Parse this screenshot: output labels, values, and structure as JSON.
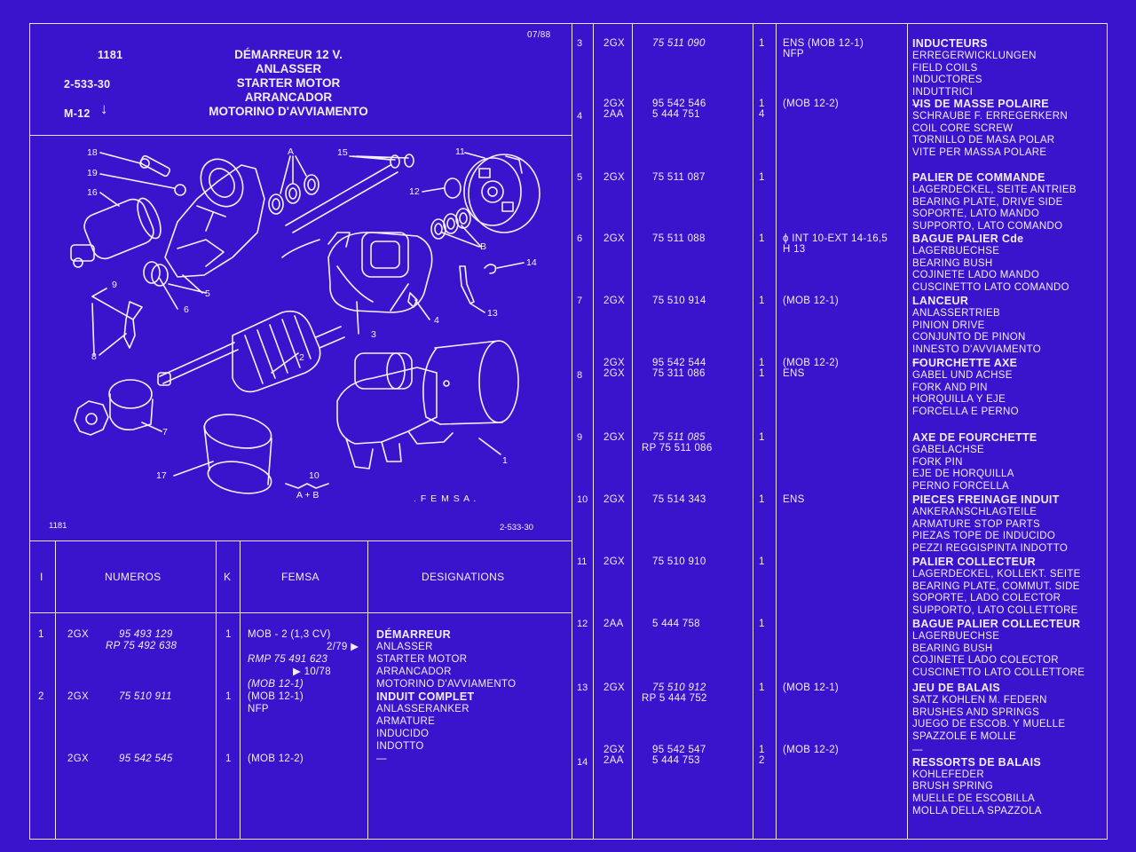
{
  "header": {
    "date": "07/88",
    "ref": "1181",
    "code": "2-533-30",
    "model": "M-12",
    "arrow": "↓",
    "title_lines": [
      "DÉMARREUR 12 V.",
      "ANLASSER",
      "STARTER MOTOR",
      "ARRANCADOR",
      "MOTORINO D'AVVIAMENTO"
    ]
  },
  "diagram": {
    "ref_left": "1181",
    "ref_right": "2-533-30",
    "brand": ". F E M S A .",
    "callouts": [
      "18",
      "19",
      "16",
      "A",
      "15",
      "11",
      "12",
      "B",
      "5",
      "6",
      "9",
      "8",
      "3",
      "4",
      "13",
      "14",
      "2",
      "7",
      "17",
      "10",
      "A + B",
      "1"
    ]
  },
  "table_header": {
    "col_i": "I",
    "col_numeros": "NUMEROS",
    "col_k": "K",
    "col_femsa": "FEMSA",
    "col_designations": "DESIGNATIONS"
  },
  "left_rows": [
    {
      "pos": "1",
      "grp": "2GX",
      "num_lines": [
        "95 493 129",
        "RP 75 492 638"
      ],
      "k": "1",
      "femsa_lines": [
        "MOB - 2 (1,3 CV)",
        "2/79 ▶",
        "RMP 75 491 623",
        "▶ 10/78",
        "(MOB 12-1)"
      ],
      "des_lines": [
        "DÉMARREUR",
        "ANLASSER",
        "STARTER MOTOR",
        "ARRANCADOR",
        "MOTORINO D'AVVIAMENTO"
      ]
    },
    {
      "pos": "2",
      "grp": "2GX",
      "num_lines": [
        "75 510 911"
      ],
      "k": "1",
      "femsa_lines": [
        "(MOB 12-1)",
        "NFP"
      ],
      "des_lines": [
        "INDUIT COMPLET",
        "ANLASSERANKER",
        "ARMATURE",
        "INDUCIDO",
        "INDOTTO"
      ]
    },
    {
      "pos": "",
      "grp": "2GX",
      "num_lines": [
        "95 542 545"
      ],
      "k": "1",
      "femsa_lines": [
        "(MOB 12-2)"
      ],
      "des_lines": [
        "—"
      ]
    }
  ],
  "right_rows": [
    {
      "pos": "3",
      "grp": [
        "2GX"
      ],
      "num": [
        "75 511 090"
      ],
      "k": [
        "1"
      ],
      "femsa": [
        "ENS (MOB 12-1)",
        "NFP"
      ],
      "des": [
        "INDUCTEURS",
        "ERREGERWICKLUNGEN",
        "FIELD COILS",
        "INDUCTORES",
        "INDUTTRICI",
        "—"
      ]
    },
    {
      "pos": "4",
      "grp": [
        "2GX",
        "2AA"
      ],
      "num": [
        "95 542 546",
        "5 444 751"
      ],
      "k": [
        "1",
        "4"
      ],
      "femsa": [
        "(MOB 12-2)"
      ],
      "des": [
        "VIS DE MASSE POLAIRE",
        "SCHRAUBE F. ERREGERKERN",
        "COIL CORE SCREW",
        "TORNILLO DE MASA POLAR",
        "VITE PER MASSA POLARE"
      ]
    },
    {
      "pos": "5",
      "grp": [
        "2GX"
      ],
      "num": [
        "75 511 087"
      ],
      "k": [
        "1"
      ],
      "femsa": [],
      "des": [
        "PALIER DE COMMANDE",
        "LAGERDECKEL, SEITE ANTRIEB",
        "BEARING PLATE, DRIVE SIDE",
        "SOPORTE, LATO MANDO",
        "SUPPORTO, LATO COMANDO"
      ]
    },
    {
      "pos": "6",
      "grp": [
        "2GX"
      ],
      "num": [
        "75 511 088"
      ],
      "k": [
        "1"
      ],
      "femsa": [
        "ϕ INT 10-EXT 14-16,5",
        "H 13"
      ],
      "des": [
        "BAGUE PALIER Cde",
        "LAGERBUECHSE",
        "BEARING BUSH",
        "COJINETE LADO MANDO",
        "CUSCINETTO LATO COMANDO"
      ]
    },
    {
      "pos": "7",
      "grp": [
        "2GX"
      ],
      "num": [
        "75 510 914"
      ],
      "k": [
        "1"
      ],
      "femsa": [
        "(MOB 12-1)"
      ],
      "des": [
        "LANCEUR",
        "ANLASSERTRIEB",
        "PINION DRIVE",
        "CONJUNTO DE PINON",
        "INNESTO D'AVVIAMENTO",
        "—"
      ]
    },
    {
      "pos": "8",
      "grp": [
        "2GX",
        "2GX"
      ],
      "num": [
        "95 542 544",
        "75 311 086"
      ],
      "k": [
        "1",
        "1"
      ],
      "femsa": [
        "(MOB 12-2)",
        "ENS"
      ],
      "des": [
        "FOURCHETTE AXE",
        "GABEL UND ACHSE",
        "FORK AND PIN",
        "HORQUILLA Y EJE",
        "FORCELLA E PERNO"
      ]
    },
    {
      "pos": "9",
      "grp": [
        "2GX"
      ],
      "num": [
        "75 511 085",
        "RP 75 511 086"
      ],
      "k": [
        "1"
      ],
      "femsa": [],
      "des": [
        "AXE DE FOURCHETTE",
        "GABELACHSE",
        "FORK PIN",
        "EJE DE HORQUILLA",
        "PERNO FORCELLA"
      ]
    },
    {
      "pos": "10",
      "grp": [
        "2GX"
      ],
      "num": [
        "75 514 343"
      ],
      "k": [
        "1"
      ],
      "femsa": [
        "ENS"
      ],
      "des": [
        "PIECES FREINAGE INDUIT",
        "ANKERANSCHLAGTEILE",
        "ARMATURE STOP PARTS",
        "PIEZAS TOPE DE INDUCIDO",
        "PEZZI REGGISPINTA INDOTTO"
      ]
    },
    {
      "pos": "11",
      "grp": [
        "2GX"
      ],
      "num": [
        "75 510 910"
      ],
      "k": [
        "1"
      ],
      "femsa": [],
      "des": [
        "PALIER COLLECTEUR",
        "LAGERDECKEL, KOLLEKT. SEITE",
        "BEARING PLATE, COMMUT. SIDE",
        "SOPORTE, LADO COLECTOR",
        "SUPPORTO, LATO COLLETTORE"
      ]
    },
    {
      "pos": "12",
      "grp": [
        "2AA"
      ],
      "num": [
        "5 444 758"
      ],
      "k": [
        "1"
      ],
      "femsa": [],
      "des": [
        "BAGUE PALIER COLLECTEUR",
        "LAGERBUECHSE",
        "BEARING BUSH",
        "COJINETE LADO COLECTOR",
        "CUSCINETTO LATO COLLETTORE"
      ]
    },
    {
      "pos": "13",
      "grp": [
        "2GX"
      ],
      "num": [
        "75 510 912",
        "RP 5 444 752"
      ],
      "k": [
        "1"
      ],
      "femsa": [
        "(MOB 12-1)"
      ],
      "des": [
        "JEU DE BALAIS",
        "SATZ KOHLEN M. FEDERN",
        "BRUSHES AND SPRINGS",
        "JUEGO DE ESCOB. Y MUELLE",
        "SPAZZOLE E MOLLE"
      ]
    },
    {
      "pos": "14",
      "grp": [
        "2GX",
        "2AA"
      ],
      "num": [
        "95 542 547",
        "5 444 753"
      ],
      "k": [
        "1",
        "2"
      ],
      "femsa": [
        "(MOB 12-2)"
      ],
      "des": [
        "—",
        "RESSORTS DE BALAIS",
        "KOHLEFEDER",
        "BRUSH SPRING",
        "MUELLE DE ESCOBILLA",
        "MOLLA DELLA SPAZZOLA"
      ]
    }
  ]
}
